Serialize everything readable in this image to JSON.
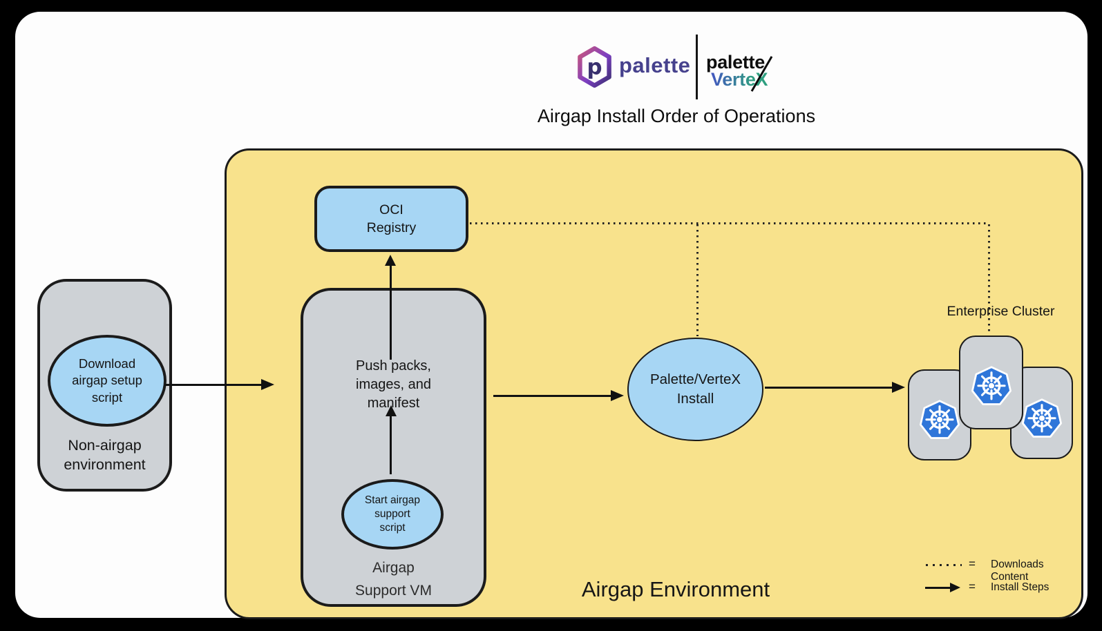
{
  "header": {
    "brand_left": "palette",
    "brand_right_line1": "palette",
    "brand_right_line2": "VerteX",
    "title": "Airgap Install Order of Operations"
  },
  "non_airgap": {
    "ellipse_label": "Download\nairgap setup\nscript",
    "box_label": "Non-airgap\nenvironment"
  },
  "airgap": {
    "box_label": "Airgap Environment",
    "oci_label": "OCI\nRegistry",
    "support_vm": {
      "push_label": "Push packs,\nimages, and\nmanifest",
      "ellipse_label": "Start airgap\nsupport\nscript",
      "box_label": "Airgap\nSupport VM"
    },
    "install_label": "Palette/VerteX\nInstall",
    "enterprise_cluster": {
      "label": "Enterprise Cluster",
      "node_icon": "kubernetes-icon",
      "node_count": 3
    }
  },
  "legend": {
    "rows": [
      {
        "symbol": "dotted-line",
        "equals": "=",
        "label": "Downloads Content"
      },
      {
        "symbol": "solid-arrow",
        "equals": "=",
        "label": "Install Steps"
      }
    ]
  },
  "colors": {
    "frame": "#000000",
    "canvas": "#FDFDFD",
    "airgap_fill": "#F8E28C",
    "node_blue": "#A7D6F4",
    "box_gray": "#CED2D6",
    "outline": "#1B1B1B",
    "kubernetes_blue": "#2F76D9",
    "brand_purple": "#46418D",
    "vertex_gradient_start": "#4356C0",
    "vertex_gradient_end": "#2F9F80"
  }
}
